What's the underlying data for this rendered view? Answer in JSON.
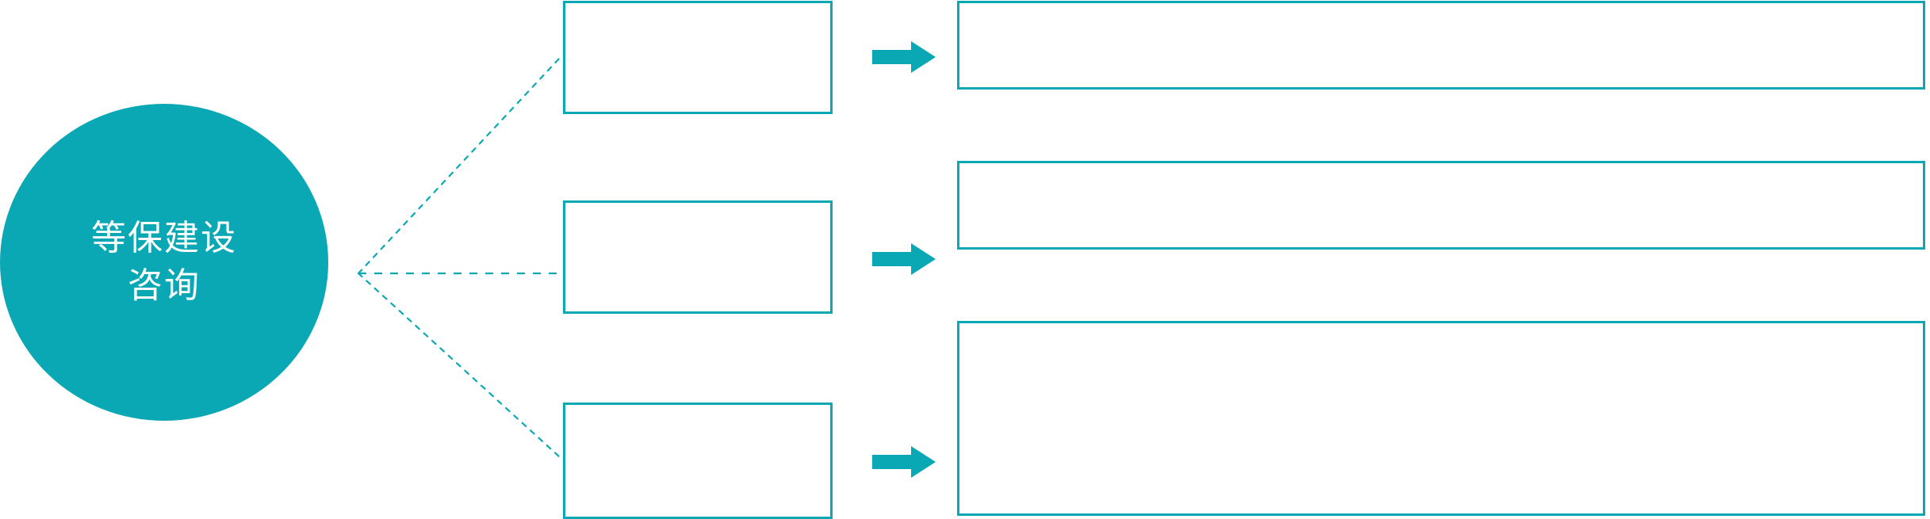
{
  "diagram": {
    "type": "hub-and-spoke-process",
    "accent_color": "#0AA8B4",
    "background_color": "#FFFFFF",
    "hub": {
      "shape": "ellipse",
      "fill_color": "#0AA8B4",
      "text_color": "#FFFFFF",
      "label_lines": [
        "等保建设",
        "咨询"
      ]
    },
    "connector": {
      "style": "dotted",
      "color": "#0AA8B4",
      "branch_count": 3
    },
    "rows": [
      {
        "stage_label": "",
        "arrow_icon": "right-arrow-icon",
        "detail_label": ""
      },
      {
        "stage_label": "",
        "arrow_icon": "right-arrow-icon",
        "detail_label": ""
      },
      {
        "stage_label": "",
        "arrow_icon": "right-arrow-icon",
        "detail_label": ""
      }
    ]
  }
}
